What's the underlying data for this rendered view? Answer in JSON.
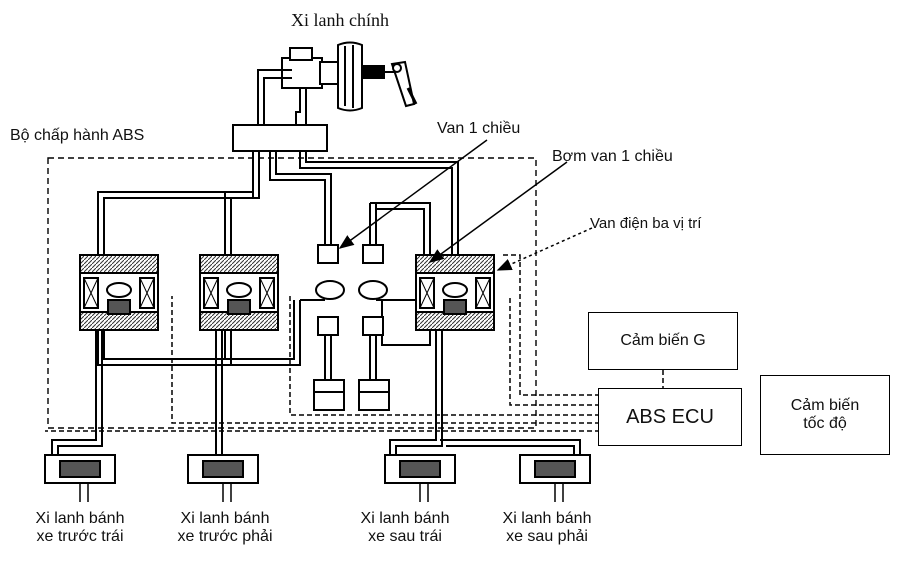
{
  "title": "Xi lanh chính",
  "labels": {
    "abs_actuator": "Bộ chấp hành ABS",
    "check_valve": "Van 1 chiều",
    "pump_check_valve": "Bơm van 1 chiều",
    "solenoid_valve": "Van điện ba vị trí"
  },
  "boxes": {
    "g_sensor": "Cảm biến G",
    "ecu": "ABS ECU",
    "speed_sensor_line1": "Cảm biến",
    "speed_sensor_line2": "tốc độ"
  },
  "wheels": [
    {
      "line1": "Xi lanh bánh",
      "line2": "xe trước trái"
    },
    {
      "line1": "Xi lanh bánh",
      "line2": "xe trước phải"
    },
    {
      "line1": "Xi lanh bánh",
      "line2": "xe sau trái"
    },
    {
      "line1": "Xi lanh bánh",
      "line2": "xe sau phải"
    }
  ],
  "colors": {
    "ink": "#111111",
    "hatch": "#888888",
    "background": "#ffffff"
  }
}
